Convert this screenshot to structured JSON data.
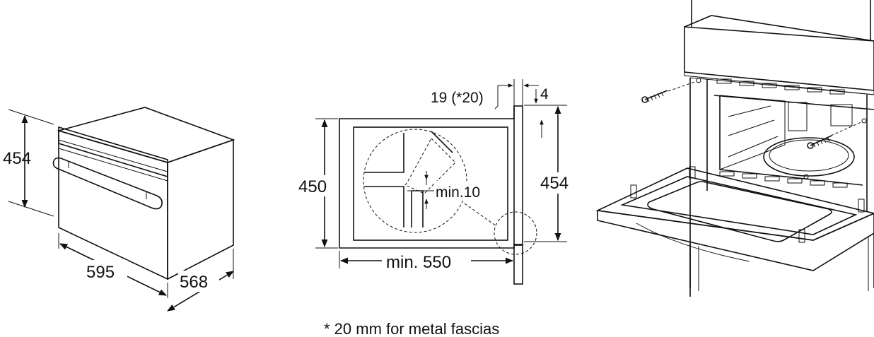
{
  "oven_figure": {
    "height_label": "454",
    "width_label": "595",
    "depth_label": "568"
  },
  "niche_figure": {
    "height_label": "450",
    "outer_height_label": "454",
    "depth_label": "min. 550",
    "gap_label": "min.10",
    "panel_label": "19 (*20)",
    "offset_label": "4"
  },
  "footnote": "* 20 mm for metal fascias"
}
